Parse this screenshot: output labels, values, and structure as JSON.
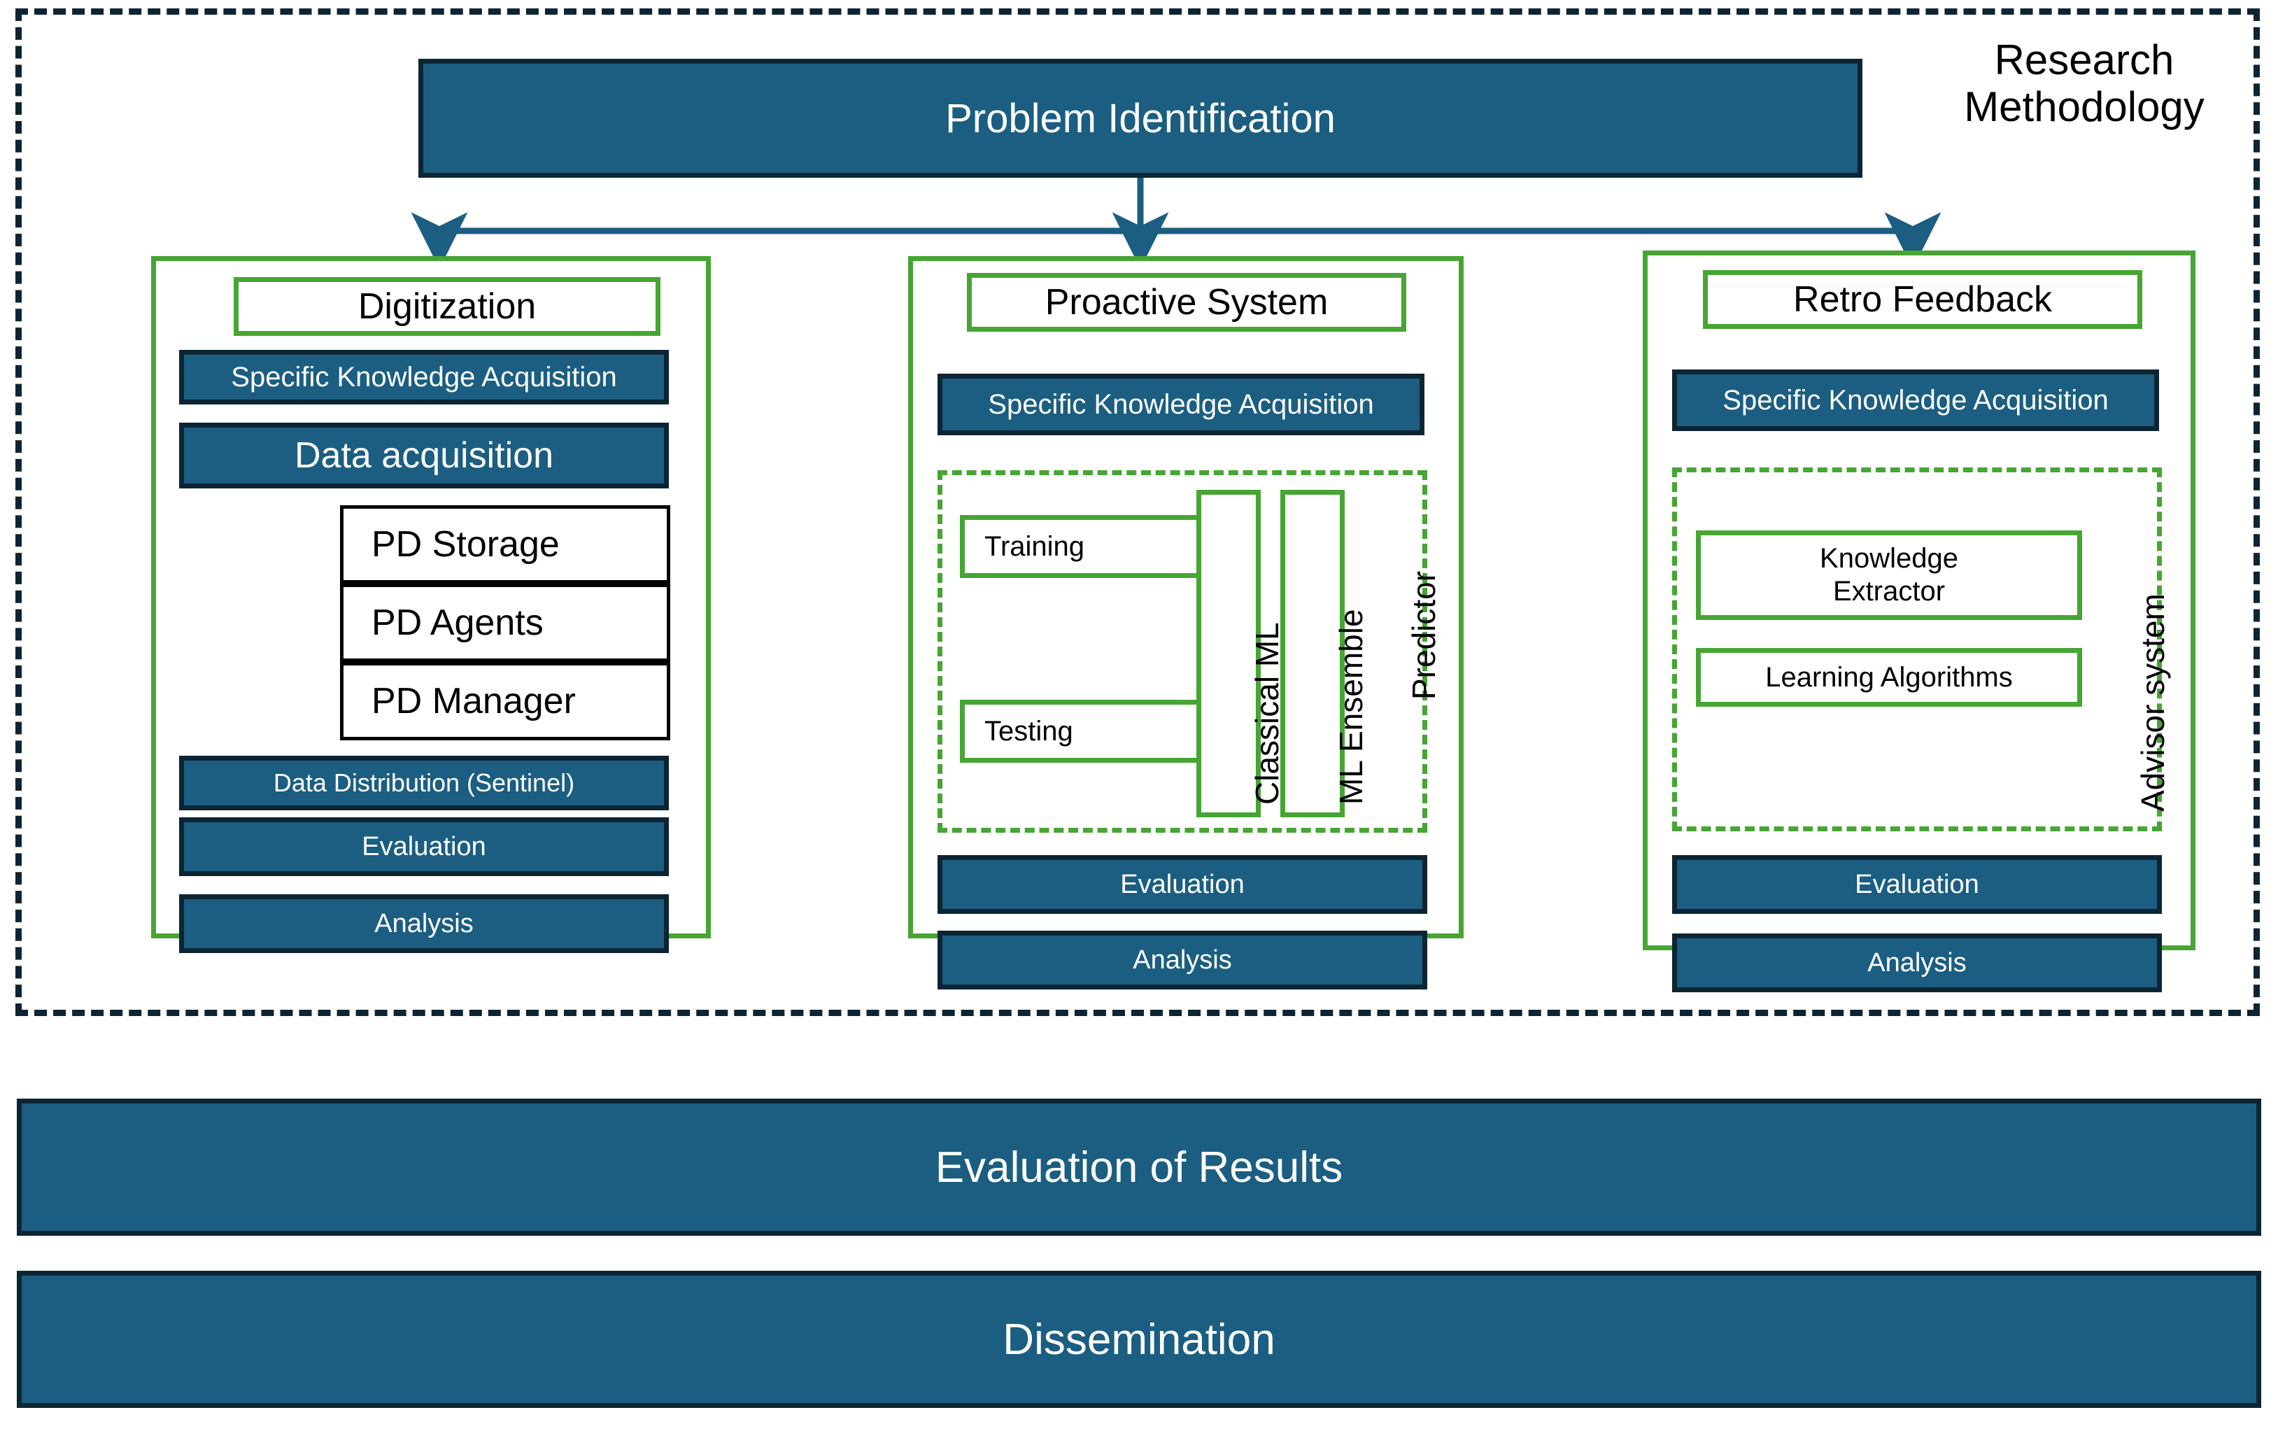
{
  "diagram": {
    "title": "Research\nMethodology",
    "colors": {
      "blue_fill": "#1b5e81",
      "blue_border": "#0d2433",
      "green": "#46a533",
      "black": "#000000",
      "arrow": "#1b5e81",
      "white": "#ffffff"
    },
    "top_node": {
      "label": "Problem Identification"
    },
    "columns": [
      {
        "id": "digitization",
        "header": "Digitization",
        "ska": "Specific Knowledge Acquisition",
        "data_acquisition": "Data acquisition",
        "pd_items": [
          "PD Storage",
          "PD Agents",
          "PD Manager"
        ],
        "data_distribution": "Data Distribution (Sentinel)",
        "evaluation": "Evaluation",
        "analysis": "Analysis"
      },
      {
        "id": "proactive-system",
        "header": "Proactive System",
        "ska": "Specific Knowledge Acquisition",
        "group_label": "Predictor",
        "training": "Training",
        "testing": "Testing",
        "classical_ml": "Classical ML",
        "ml_ensemble": "ML Ensemble",
        "evaluation": "Evaluation",
        "analysis": "Analysis"
      },
      {
        "id": "retro-feedback",
        "header": "Retro Feedback",
        "ska": "Specific Knowledge Acquisition",
        "group_label": "Advisor system",
        "knowledge_extractor": "Knowledge\nExtractor",
        "learning_algorithms": "Learning Algorithms",
        "evaluation": "Evaluation",
        "analysis": "Analysis"
      }
    ],
    "bottom_bars": [
      {
        "label": "Evaluation of Results"
      },
      {
        "label": "Dissemination"
      }
    ]
  }
}
